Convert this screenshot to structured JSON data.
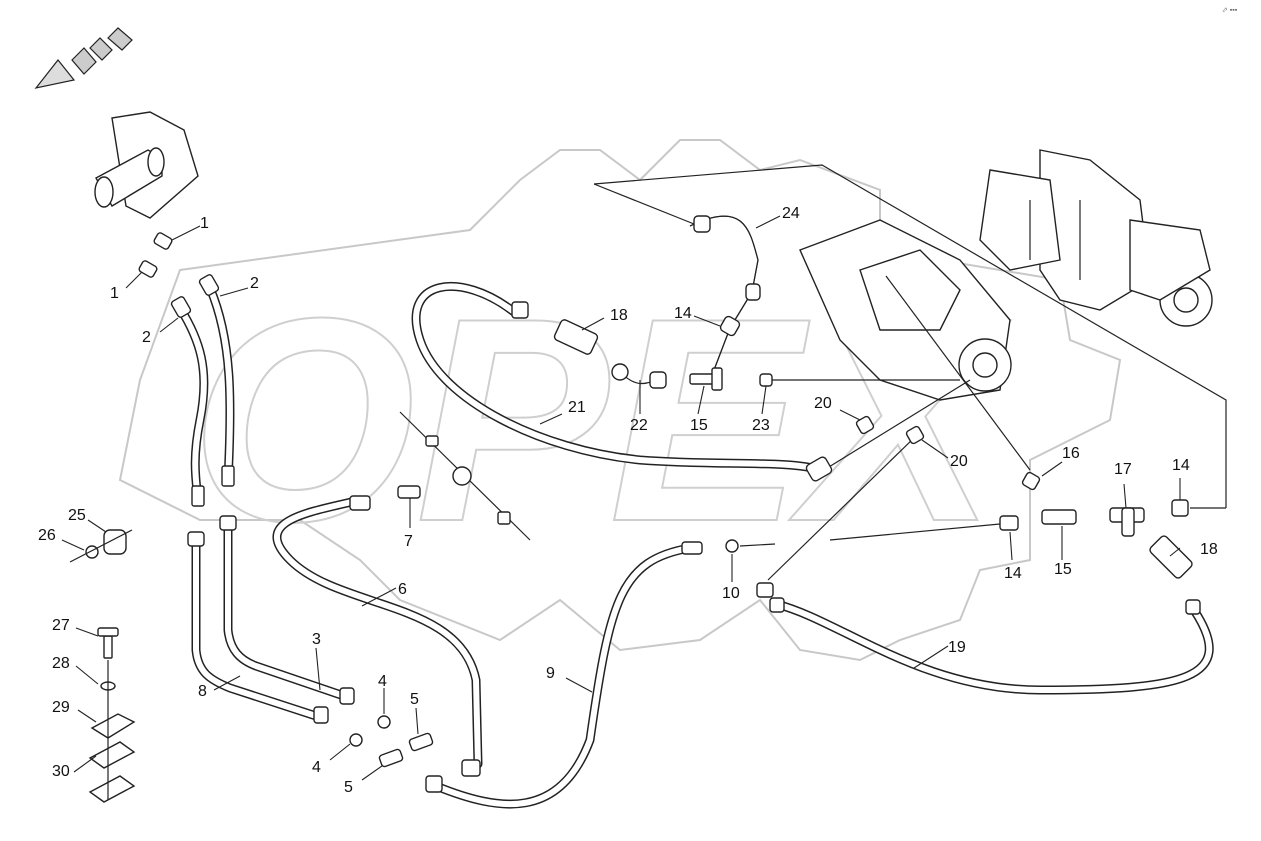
{
  "watermark": "OPEX",
  "corner_mark": "⬀ ▪▪▪",
  "part_labels": [
    "1",
    "1",
    "2",
    "2",
    "3",
    "4",
    "4",
    "5",
    "5",
    "6",
    "7",
    "8",
    "9",
    "10",
    "14",
    "14",
    "14",
    "15",
    "15",
    "16",
    "17",
    "18",
    "18",
    "19",
    "20",
    "20",
    "21",
    "22",
    "23",
    "24",
    "25",
    "26",
    "27",
    "28",
    "29",
    "30"
  ],
  "colors": {
    "line": "#222222",
    "watermark": "#c8c8c8",
    "background": "#ffffff"
  }
}
